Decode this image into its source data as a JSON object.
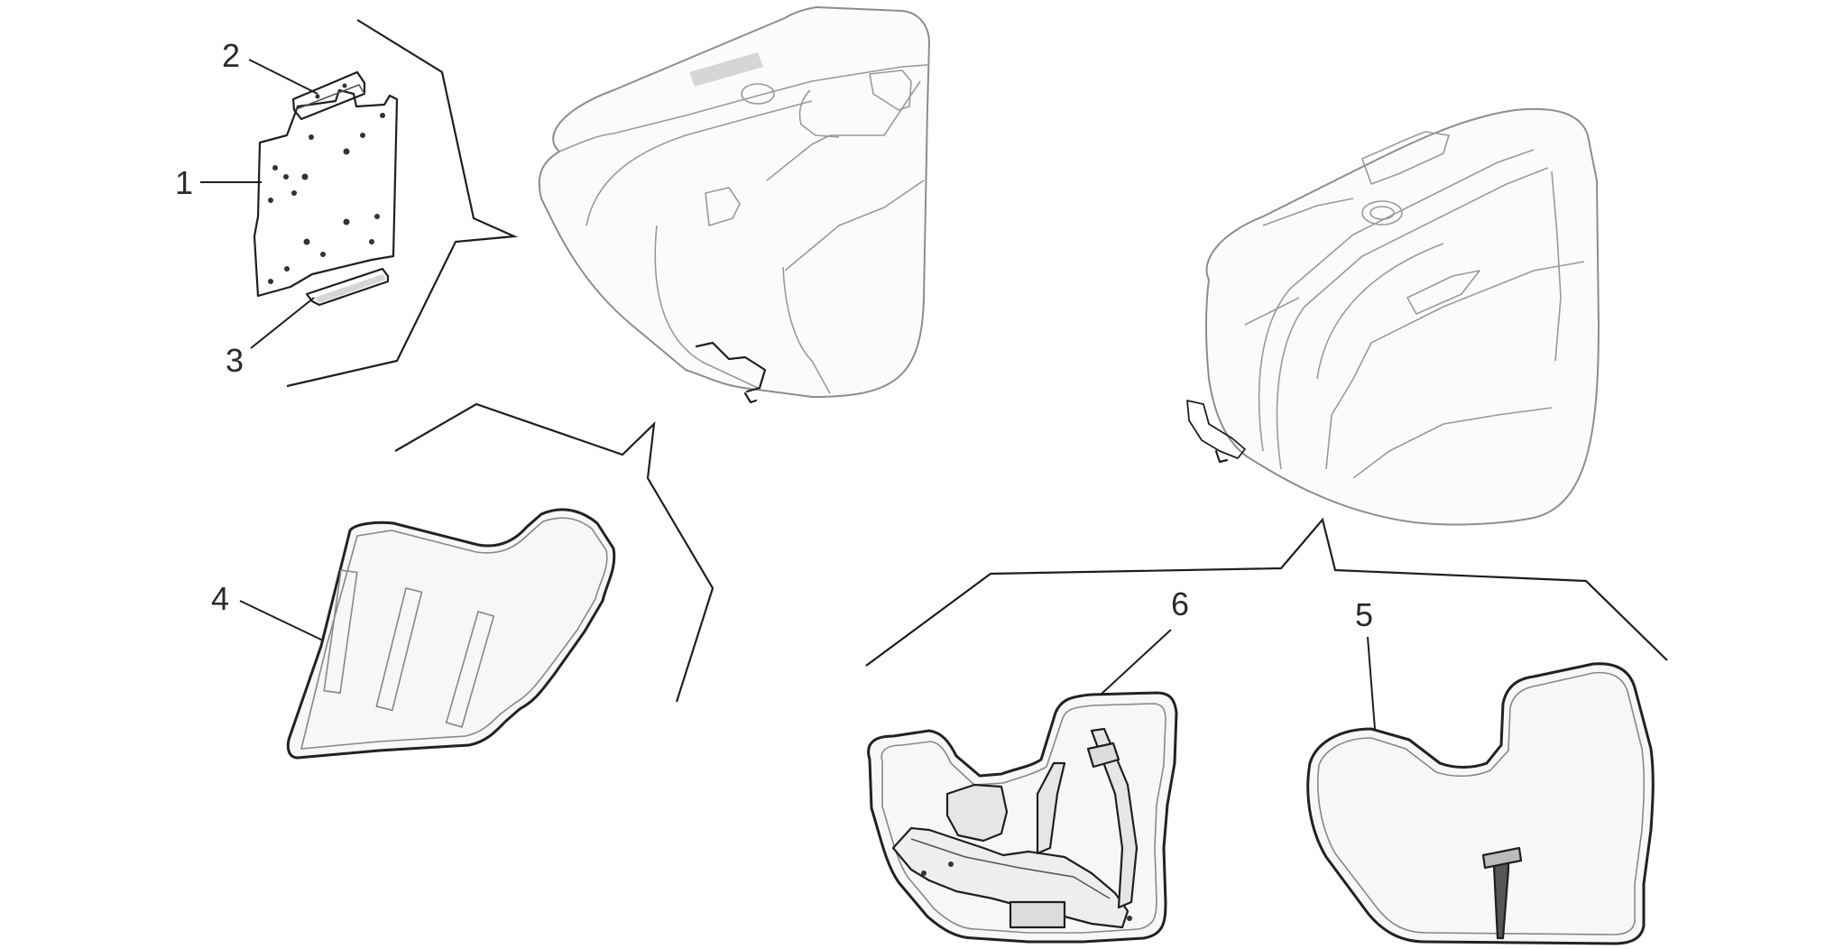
{
  "callouts": {
    "c1": "1",
    "c2": "2",
    "c3": "3",
    "c4": "4",
    "c5": "5",
    "c6": "6"
  },
  "colors": {
    "background": "#ffffff",
    "line_art": "#1f1f1f",
    "case_outline": "#8d8d8d"
  }
}
